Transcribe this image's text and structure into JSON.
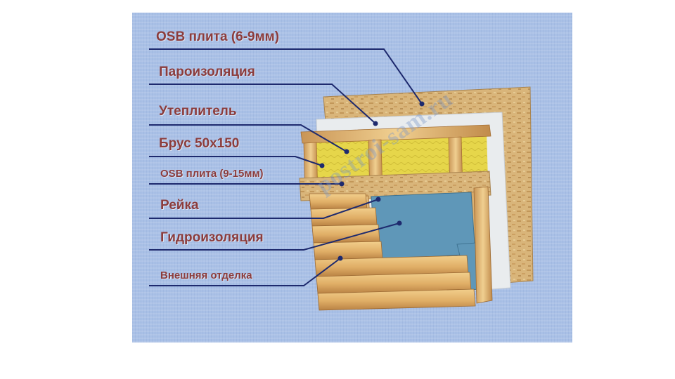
{
  "labels": [
    {
      "text": "OSB плита (6-9мм)"
    },
    {
      "text": "Пароизоляция"
    },
    {
      "text": "Утеплитель"
    },
    {
      "text": "Брус 50х150"
    },
    {
      "text": "OSB плита (9-15мм)"
    },
    {
      "text": "Рейка"
    },
    {
      "text": "Гидроизоляция"
    },
    {
      "text": "Внешняя отделка"
    }
  ],
  "watermark": "postroi-sam.ru",
  "colors": {
    "background": "#a9c0e6",
    "label_text": "#8b3c3c",
    "leader_line": "#1e2a6e",
    "osb": "#d9b57a",
    "membrane": "#e9ecee",
    "insulation": "#e8d84a",
    "timber": "#e2b46e",
    "waterproofing": "#5f97b8"
  }
}
